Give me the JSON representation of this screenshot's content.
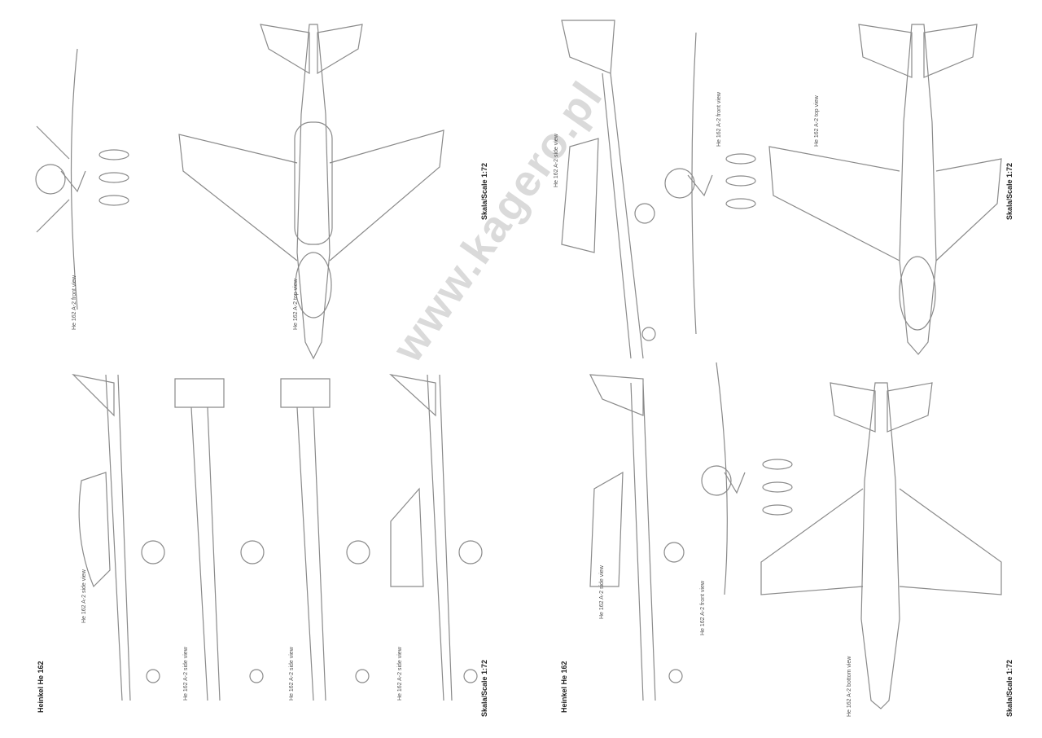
{
  "watermark": "www.kagero.pl",
  "sheet_left": {
    "title": "Heinkel He 162",
    "scale_top": "Skala/Scale 1:72",
    "scale_bottom": "Skala/Scale 1:72",
    "labels": [
      "He 162 A-2 front view",
      "He 162 A-2 top view",
      "He 162 A-2 side view",
      "He 162 A-2 side view",
      "He 162 A-2 side view",
      "He 162 A-2 side view"
    ]
  },
  "sheet_right": {
    "title": "Heinkel He 162",
    "scale_top": "Skala/Scale 1:72",
    "scale_bottom": "Skala/Scale 1:72",
    "labels": [
      "He 162 A-2 side view",
      "He 162 A-2 front view",
      "He 162 A-2 top view",
      "He 162 A-2 side view",
      "He 162 A-2 front view",
      "He 162 A-2 bottom view"
    ]
  }
}
